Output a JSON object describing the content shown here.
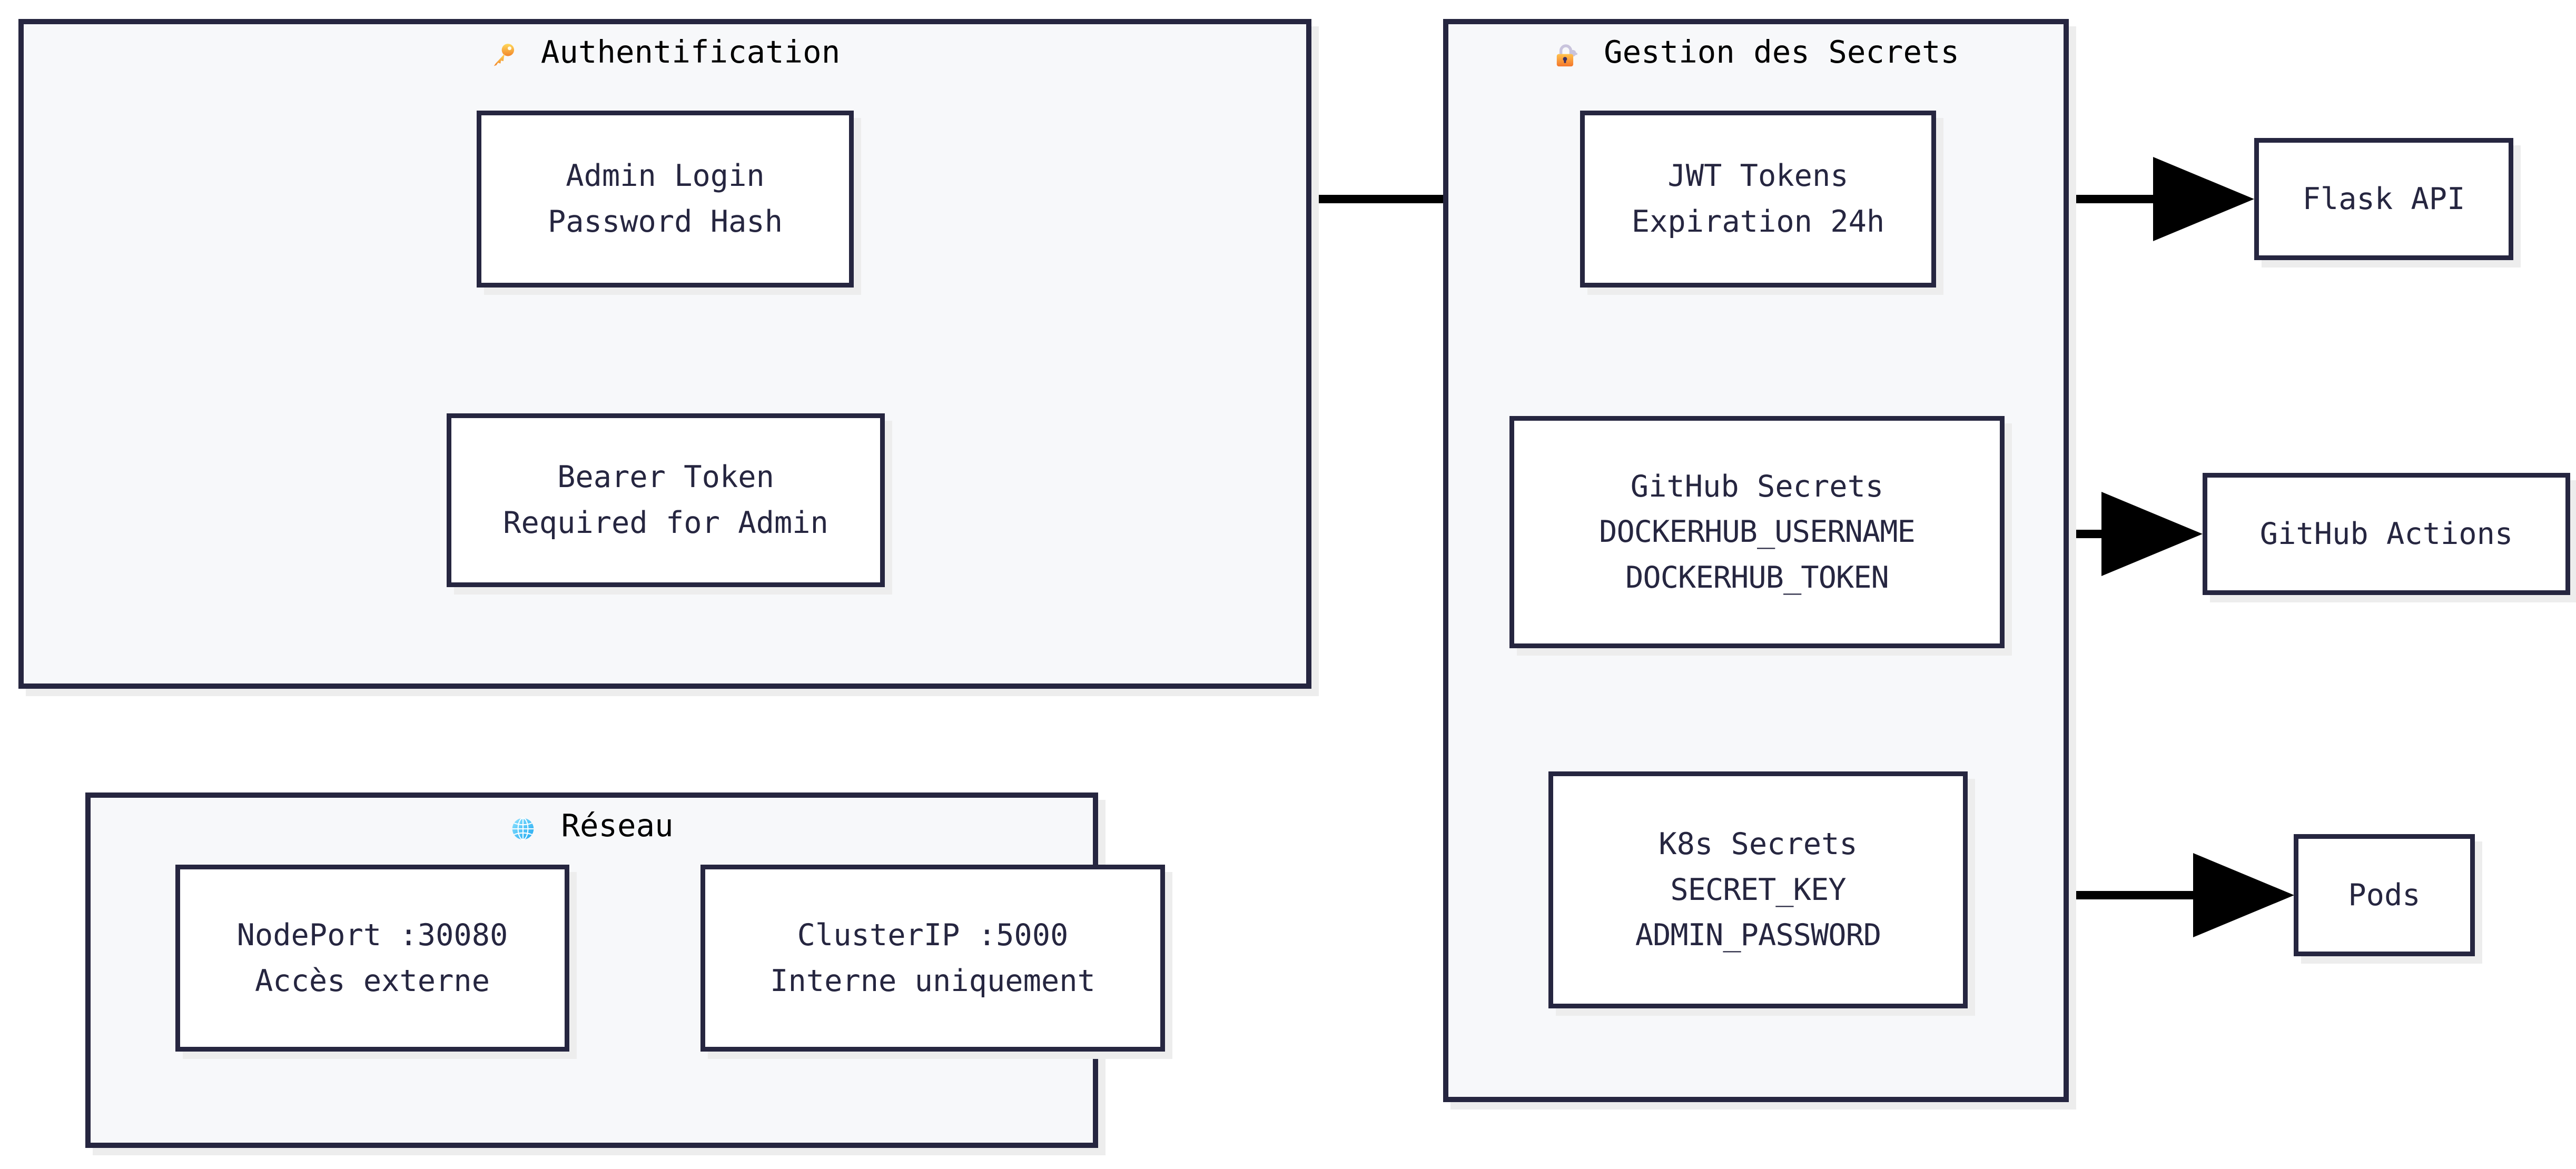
{
  "diagram": {
    "type": "flowchart",
    "direction": "left-to-right",
    "background": "#ffffff",
    "palette": {
      "border": "#262640",
      "cluster_fill": "#f7f8fa",
      "node_fill": "#ffffff",
      "shadow": "#ededed",
      "title_text": "#000000",
      "node_text": "#262640",
      "edge": "#000000"
    }
  },
  "clusters": [
    {
      "id": "auth",
      "icon": "key-icon",
      "title": "Authentification",
      "nodes": [
        "admin-login",
        "bearer-token"
      ]
    },
    {
      "id": "secrets",
      "icon": "locked-with-key-icon",
      "title": "Gestion des Secrets",
      "nodes": [
        "jwt-tokens",
        "github-secrets",
        "k8s-secrets"
      ]
    },
    {
      "id": "reseau",
      "icon": "globe-icon",
      "title": "Réseau",
      "nodes": [
        "nodeport",
        "clusterip"
      ]
    }
  ],
  "nodes": {
    "admin_login": {
      "line1": "Admin Login",
      "line2": "Password Hash"
    },
    "bearer_token": {
      "line1": "Bearer Token",
      "line2": "Required for Admin"
    },
    "jwt_tokens": {
      "line1": "JWT Tokens",
      "line2": "Expiration 24h"
    },
    "github_secrets": {
      "line1": "GitHub Secrets",
      "line2": "DOCKERHUB_USERNAME",
      "line3": "DOCKERHUB_TOKEN"
    },
    "k8s_secrets": {
      "line1": "K8s Secrets",
      "line2": "SECRET_KEY",
      "line3": "ADMIN_PASSWORD"
    },
    "nodeport": {
      "line1": "NodePort :30080",
      "line2": "Accès externe"
    },
    "clusterip": {
      "line1": "ClusterIP :5000",
      "line2": "Interne uniquement"
    },
    "flask_api": {
      "line1": "Flask API"
    },
    "github_actions": {
      "line1": "GitHub Actions"
    },
    "pods": {
      "line1": "Pods"
    }
  },
  "edges": [
    {
      "from": "admin-login",
      "to": "jwt-tokens",
      "arrow": "triangle"
    },
    {
      "from": "jwt-tokens",
      "to": "flask-api",
      "arrow": "triangle"
    },
    {
      "from": "github-secrets",
      "to": "github-actions",
      "arrow": "triangle"
    },
    {
      "from": "k8s-secrets",
      "to": "pods",
      "arrow": "triangle"
    }
  ]
}
